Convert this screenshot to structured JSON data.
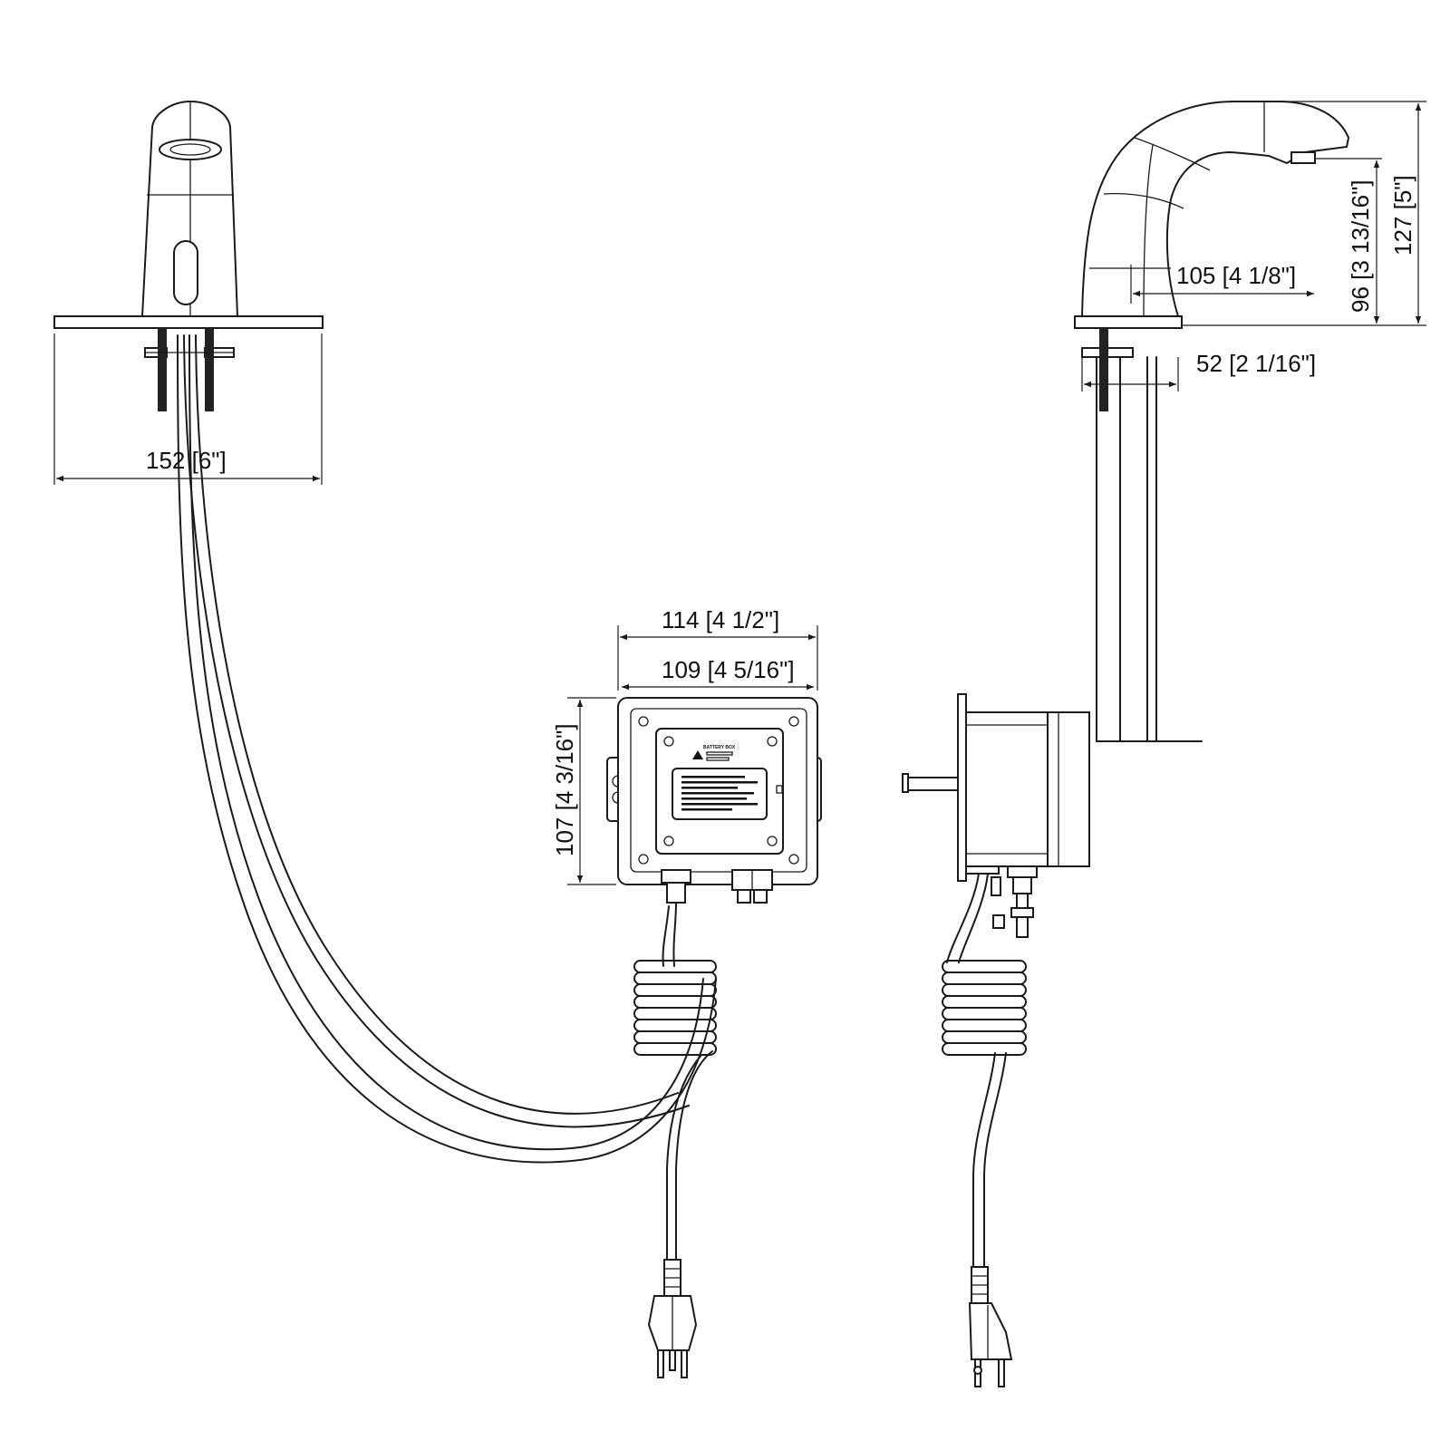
{
  "dimensions": {
    "faucet_plate_width": "152 [6\"]",
    "control_box_outer_width": "114 [4 1/2\"]",
    "control_box_inner_width": "109 [4 5/16\"]",
    "control_box_height": "107 [4 3/16\"]",
    "spout_reach": "105 [4 1/8\"]",
    "spout_outlet_height": "96 [3 13/16\"]",
    "faucet_total_height": "127 [5\"]",
    "base_depth": "52 [2 1/16\"]"
  },
  "control_box_label": {
    "title": "BATTERY BOX"
  }
}
